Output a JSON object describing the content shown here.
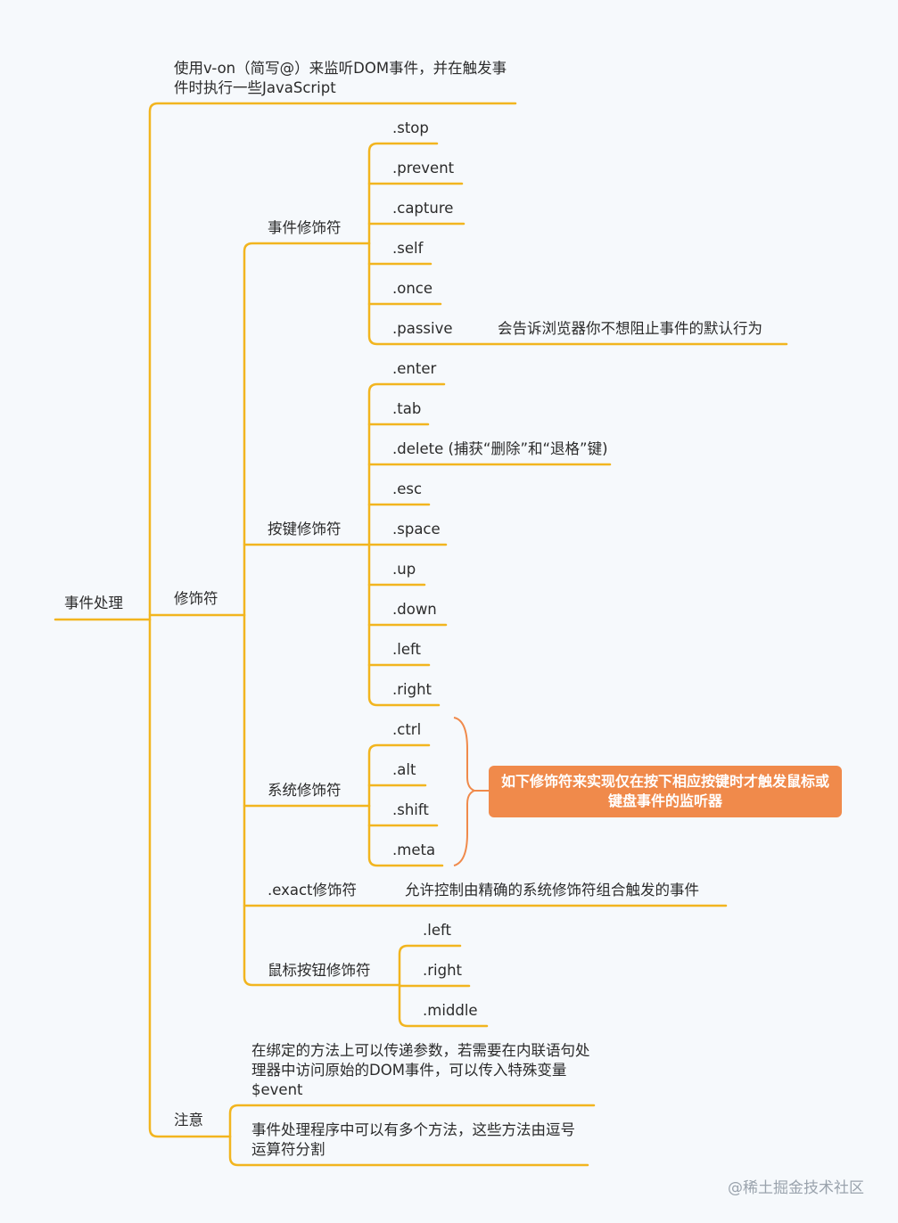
{
  "root": "事件处理",
  "intro": "使用v-on（简写@）来监听DOM事件，并在触发事件时执行一些JavaScript",
  "modifiers": {
    "label": "修饰符",
    "event": {
      "label": "事件修饰符",
      "items": [
        ".stop",
        ".prevent",
        ".capture",
        ".self",
        ".once",
        ".passive"
      ],
      "passive_note": "会告诉浏览器你不想阻止事件的默认行为"
    },
    "key": {
      "label": "按键修饰符",
      "items": [
        ".enter",
        ".tab",
        ".delete (捕获“删除”和“退格”键)",
        ".esc",
        ".space",
        ".up",
        ".down",
        ".left",
        ".right"
      ]
    },
    "system": {
      "label": "系统修饰符",
      "items": [
        ".ctrl",
        ".alt",
        ".shift",
        ".meta"
      ],
      "callout": "如下修饰符来实现仅在按下相应按键时才触发鼠标或键盘事件的监听器"
    },
    "exact": {
      "label": ".exact修饰符",
      "note": "允许控制由精确的系统修饰符组合触发的事件"
    },
    "mouse": {
      "label": "鼠标按钮修饰符",
      "items": [
        ".left",
        ".right",
        ".middle"
      ]
    }
  },
  "notes": {
    "label": "注意",
    "items": [
      "在绑定的方法上可以传递参数，若需要在内联语句处理器中访问原始的DOM事件，可以传入特殊变量$event",
      "事件处理程序中可以有多个方法，这些方法由逗号运算符分割"
    ]
  },
  "watermark": "@稀土掘金技术社区",
  "colors": {
    "line": "#f2b51f",
    "callout": "#f08a4b",
    "background": "#f6f9fc"
  }
}
